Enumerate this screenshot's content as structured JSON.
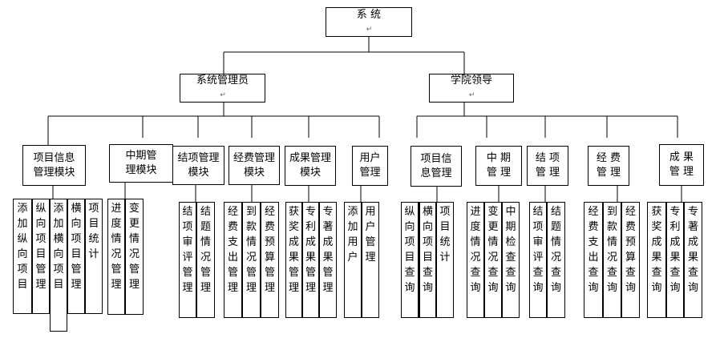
{
  "root": "系 统",
  "nodes": {
    "admin": "系统管理员",
    "leader": "学院领导",
    "m_project": "项目信息\n管理模块",
    "m_mid": "中期管\n理模块",
    "m_final": "结项管理\n模块",
    "m_fund": "经费管理\n模块",
    "m_result": "成果管理\n模块",
    "m_user": "用户\n管理",
    "l_project": "项目信\n息管理",
    "l_mid": "中 期\n管 理",
    "l_final": "结 项\n管 理",
    "l_fund": "经 费\n管 理",
    "l_result": "成 果\n管 理"
  },
  "leaves": {
    "a1": "添加纵向项目",
    "a2": "纵向项目管理",
    "a3": "添加横向项目",
    "a4": "横向项目管理",
    "a5": "项目统计",
    "b1": "进度情况管理",
    "b2": "变更情况管理",
    "c1": "结项审评管理",
    "c2": "结题情况管理",
    "d1": "经费支出管理",
    "d2": "到款情况管理",
    "d3": "经费预算管理",
    "e1": "获奖成果管理",
    "e2": "专利成果管理",
    "e3": "专著成果管理",
    "f1": "添加用户",
    "f2": "用户管理",
    "g1": "纵向项目查询",
    "g2": "横向项目查询",
    "g3": "项目统计",
    "h1": "进度情况查询",
    "h2": "变更情况查询",
    "h3": "中期检查查询",
    "i1": "结项审评查询",
    "i2": "结题情况查询",
    "j1": "经费支出查询",
    "j2": "到款情况查询",
    "j3": "经费预算查询",
    "k1": "获奖成果查询",
    "k2": "专利成果查询",
    "k3": "专著成果查询"
  },
  "return_mark": "↵"
}
